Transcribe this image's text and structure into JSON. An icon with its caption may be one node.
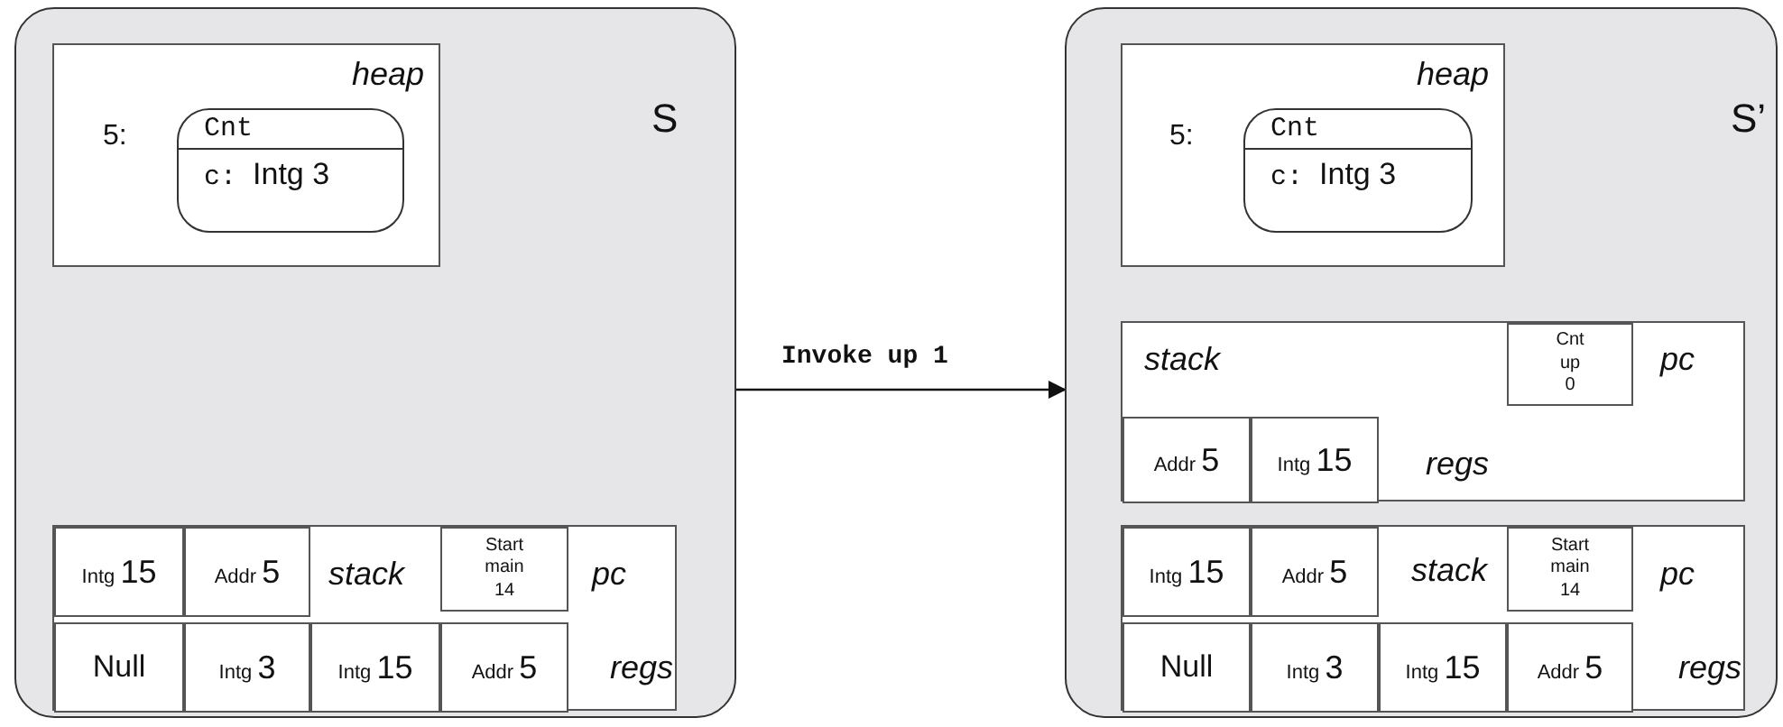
{
  "diagram": {
    "nodes": [
      {
        "text": [
          "S"
        ]
      },
      {
        "text": [
          "heap"
        ],
        "in": 0
      },
      {
        "text": [
          "Cnt",
          "c: Intg 3"
        ],
        "in": 1,
        "beside": [
          "5:"
        ]
      },
      {
        "text": [
          "stack",
          "pc",
          "regs"
        ],
        "in": 0
      },
      {
        "text": [
          "Intg 15"
        ],
        "in": 3
      },
      {
        "text": [
          "Addr 5"
        ],
        "in": 3
      },
      {
        "text": [
          "Start main 14"
        ],
        "in": 3
      },
      {
        "text": [
          "Null"
        ],
        "in": 3
      },
      {
        "text": [
          "Intg 3"
        ],
        "in": 3
      },
      {
        "text": [
          "Intg 15"
        ],
        "in": 3
      },
      {
        "text": [
          "Addr 5"
        ],
        "in": 3
      },
      {
        "text": [
          "S’"
        ]
      },
      {
        "text": [
          "heap"
        ],
        "in": 11
      },
      {
        "text": [
          "Cnt",
          "c: Intg 3"
        ],
        "in": 12,
        "beside": [
          "5:"
        ]
      },
      {
        "text": [
          "stack",
          "pc",
          "regs"
        ],
        "in": 11
      },
      {
        "text": [
          "Cnt up 0"
        ],
        "in": 14
      },
      {
        "text": [
          "Addr 5"
        ],
        "in": 14
      },
      {
        "text": [
          "Intg 15"
        ],
        "in": 14
      },
      {
        "text": [
          "stack",
          "pc",
          "regs"
        ],
        "in": 11
      },
      {
        "text": [
          "Intg 15"
        ],
        "in": 18
      },
      {
        "text": [
          "Addr 5"
        ],
        "in": 18
      },
      {
        "text": [
          "Start main 14"
        ],
        "in": 18
      },
      {
        "text": [
          "Null"
        ],
        "in": 18
      },
      {
        "text": [
          "Intg 3"
        ],
        "in": 18
      },
      {
        "text": [
          "Intg 15"
        ],
        "in": 18
      },
      {
        "text": [
          "Addr 5"
        ],
        "in": 18
      }
    ],
    "edges": [
      {
        "from": 0,
        "to": 11,
        "arrow": "to",
        "label": "Invoke up 1"
      }
    ]
  }
}
